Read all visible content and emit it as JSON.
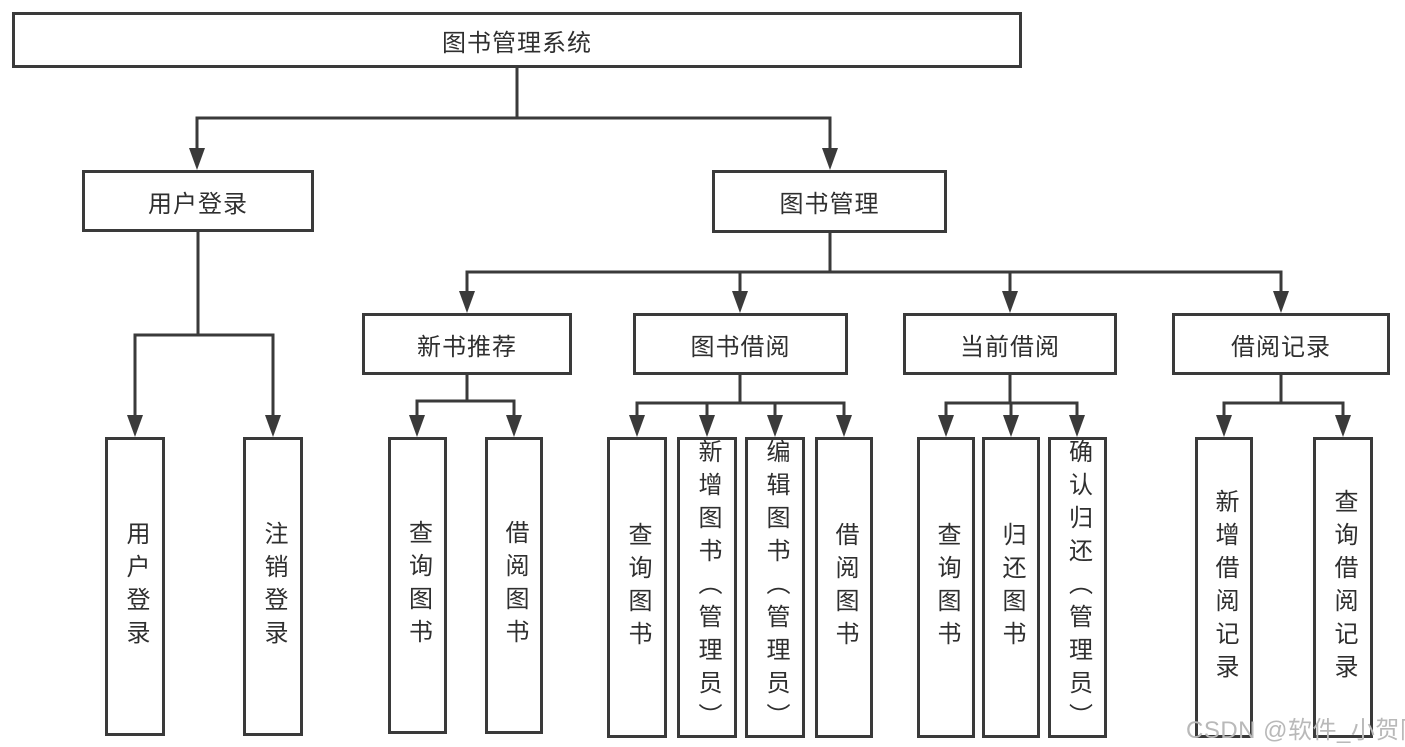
{
  "root": {
    "label": "图书管理系统"
  },
  "branches": {
    "user": {
      "label": "用户登录",
      "children": [
        {
          "label": "用户登录"
        },
        {
          "label": "注销登录"
        }
      ]
    },
    "mgmt": {
      "label": "图书管理",
      "sections": [
        {
          "label": "新书推荐",
          "children": [
            {
              "label": "查询图书"
            },
            {
              "label": "借阅图书"
            }
          ]
        },
        {
          "label": "图书借阅",
          "children": [
            {
              "label": "查询图书"
            },
            {
              "label": "新增图书（管理员）"
            },
            {
              "label": "编辑图书（管理员）"
            },
            {
              "label": "借阅图书"
            }
          ]
        },
        {
          "label": "当前借阅",
          "children": [
            {
              "label": "查询图书"
            },
            {
              "label": "归还图书"
            },
            {
              "label": "确认归还（管理员）"
            }
          ]
        },
        {
          "label": "借阅记录",
          "children": [
            {
              "label": "新增借阅记录"
            },
            {
              "label": "查询借阅记录"
            }
          ]
        }
      ]
    }
  },
  "watermark": {
    "text": "CSDN @软件_小贺同学"
  },
  "colors": {
    "line": "#3a3a3a",
    "text": "#2f2f2f",
    "background": "#ffffff",
    "watermark": "#b9b9b9"
  }
}
